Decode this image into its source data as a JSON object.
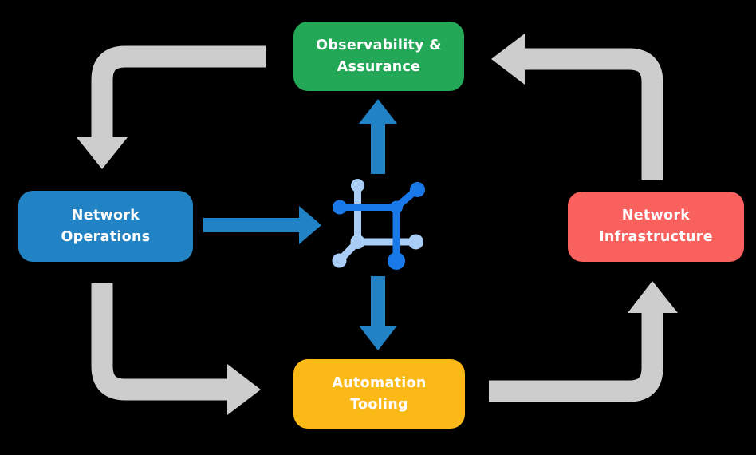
{
  "diagram": {
    "background_color": "#000000",
    "text_color": "#FFFFFF",
    "nodes": [
      {
        "id": "observability-assurance",
        "label": "Observability &\nAssurance",
        "color": "#23A857",
        "position": "top-center"
      },
      {
        "id": "network-operations",
        "label": "Network\nOperations",
        "color": "#2183C4",
        "position": "middle-left"
      },
      {
        "id": "network-infrastructure",
        "label": "Network\nInfrastructure",
        "color": "#F9615E",
        "position": "middle-right"
      },
      {
        "id": "automation-tooling",
        "label": "Automation\nTooling",
        "color": "#FBB917",
        "position": "bottom-center"
      }
    ],
    "center_icon": {
      "name": "network-hub-icon",
      "dark_blue": "#1A79E8",
      "light_blue": "#A9CDF5"
    },
    "edges": [
      {
        "from": "observability-assurance",
        "to": "network-operations",
        "style": "gray-cycle",
        "color": "#CDCDCD"
      },
      {
        "from": "network-operations",
        "to": "automation-tooling",
        "style": "gray-cycle",
        "color": "#CDCDCD"
      },
      {
        "from": "automation-tooling",
        "to": "network-infrastructure",
        "style": "gray-cycle",
        "color": "#CDCDCD"
      },
      {
        "from": "network-infrastructure",
        "to": "observability-assurance",
        "style": "gray-cycle",
        "color": "#CDCDCD"
      },
      {
        "from": "network-operations",
        "to": "center-icon",
        "style": "blue-flow",
        "color": "#2183C5"
      },
      {
        "from": "center-icon",
        "to": "observability-assurance",
        "style": "blue-flow",
        "color": "#2183C5"
      },
      {
        "from": "center-icon",
        "to": "automation-tooling",
        "style": "blue-flow",
        "color": "#2183C5"
      }
    ]
  }
}
